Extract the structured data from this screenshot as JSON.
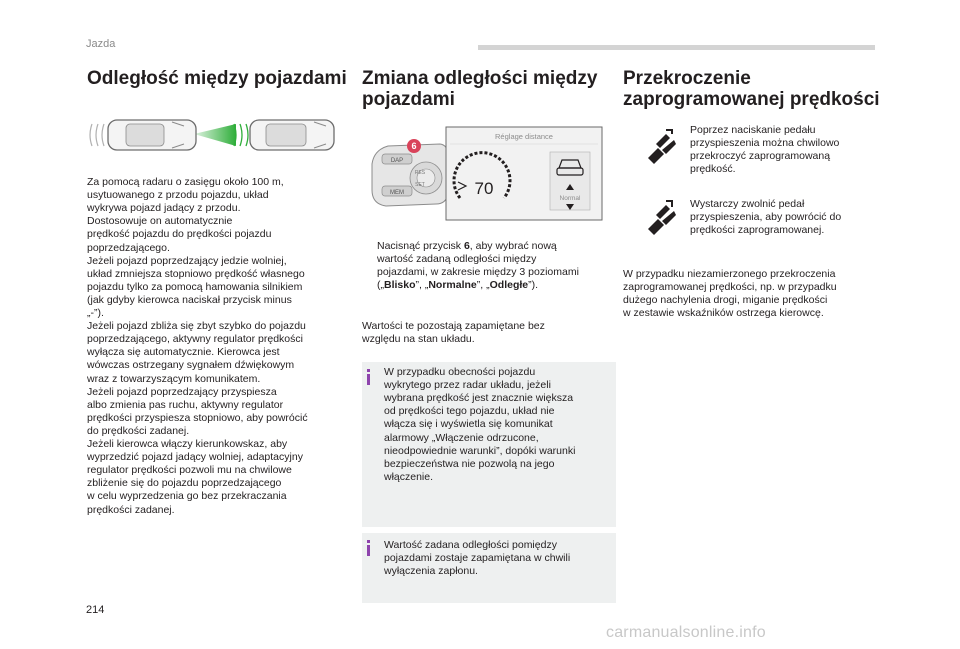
{
  "header": {
    "section": "Jazda"
  },
  "col1": {
    "title": "Odległość między pojazdami",
    "paragraphs": [
      "Za pomocą radaru o zasięgu około 100 m,",
      "usytuowanego z przodu pojazdu, układ",
      "wykrywa pojazd jadący z przodu.",
      "Dostosowuje on automatycznie",
      "prędkość pojazdu do prędkości pojazdu",
      "poprzedzającego.",
      "Jeżeli pojazd poprzedzający jedzie wolniej,",
      "układ zmniejsza stopniowo prędkość własnego",
      "pojazdu tylko za pomocą hamowania silnikiem",
      "(jak gdyby kierowca naciskał przycisk minus",
      "„-”).",
      "Jeżeli pojazd zbliża się zbyt szybko do pojazdu",
      "poprzedzającego, aktywny regulator prędkości",
      "wyłącza się automatycznie. Kierowca jest",
      "wówczas ostrzegany sygnałem dźwiękowym",
      "wraz z towarzyszącym komunikatem.",
      "Jeżeli pojazd poprzedzający przyspiesza",
      "albo zmienia pas ruchu, aktywny regulator",
      "prędkości przyspiesza stopniowo, aby powrócić",
      "do prędkości zadanej.",
      "Jeżeli kierowca włączy kierunkowskaz, aby",
      "wyprzedzić pojazd jadący wolniej, adaptacyjny",
      "regulator prędkości pozwoli mu na chwilowe",
      "zbliżenie się do pojazdu poprzedzającego",
      "w celu wyprzedzenia go bez przekraczania",
      "prędkości zadanej."
    ]
  },
  "col2": {
    "title_line1": "Zmiana odległości między",
    "title_line2": "pojazdami",
    "figure": {
      "screen_title": "Réglage distance",
      "speed_value": "70",
      "mode_label": "Normal",
      "callout_number": "6",
      "stalk_labels": [
        "DAP",
        "MEM",
        "RES",
        "SET"
      ]
    },
    "bullet_marker": "",
    "step": {
      "part1": "Nacisnąć przycisk ",
      "button": "6",
      "part2": ", aby wybrać nową",
      "line2": "wartość zadaną odległości między",
      "line3": "pojazdami, w zakresie między 3 poziomami",
      "l4_open": "(„",
      "opt1": "Blisko",
      "sep1": "”, „",
      "opt2": "Normalne",
      "sep2": "”, „",
      "opt3": "Odległe",
      "l4_close": "”)."
    },
    "saved_note": [
      "Wartości te pozostają zapamiętane bez",
      "względu na stan układu."
    ],
    "info1": [
      "W przypadku obecności pojazdu",
      "wykrytego przez radar układu, jeżeli",
      "wybrana prędkość jest znacznie większa",
      "od prędkości tego pojazdu, układ nie",
      "włącza się i wyświetla się komunikat",
      "alarmowy „Włączenie odrzucone,",
      "nieodpowiednie warunki”, dopóki warunki",
      "bezpieczeństwa nie pozwolą na jego",
      "włączenie."
    ],
    "info2": [
      "Wartość zadana odległości pomiędzy",
      "pojazdami zostaje zapamiętana w chwili",
      "wyłączenia zapłonu."
    ]
  },
  "col3": {
    "title_line1": "Przekroczenie",
    "title_line2": "zaprogramowanej prędkości",
    "item1": [
      "Poprzez naciskanie pedału",
      "przyspieszenia można chwilowo",
      "przekroczyć zaprogramowaną",
      "prędkość."
    ],
    "item2": [
      "Wystarczy zwolnić pedał",
      "przyspieszenia, aby powrócić do",
      "prędkości zaprogramowanej."
    ],
    "paragraph": [
      "W przypadku niezamierzonego przekroczenia",
      "zaprogramowanej prędkości, np. w przypadku",
      "dużego nachylenia drogi, miganie prędkości",
      "w zestawie wskaźników ostrzega kierowcę."
    ]
  },
  "footer": {
    "page_number": "214",
    "watermark": "carmanualsonline.info"
  },
  "colors": {
    "info_box_bg": "#eef0f0",
    "info_mark": "#8e44ad",
    "callout_red": "#d9435a",
    "radar_green": "#2fae3a",
    "header_bar": "#d4d4d4"
  }
}
